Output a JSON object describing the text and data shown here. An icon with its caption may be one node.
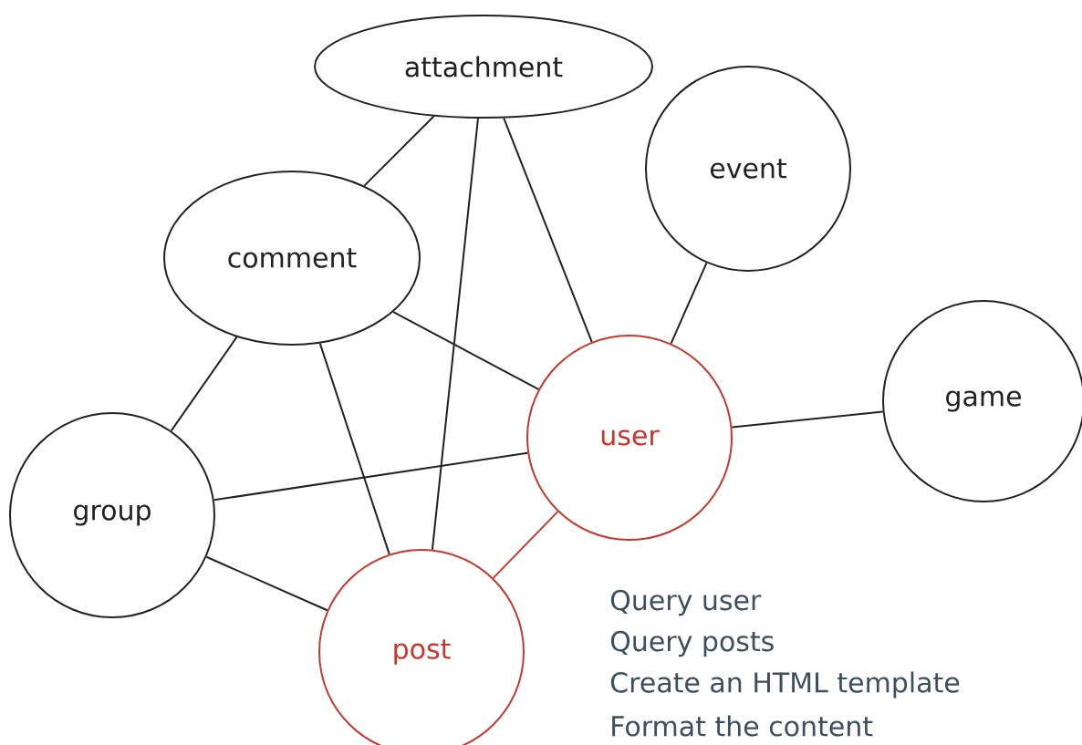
{
  "diagram": {
    "nodes": [
      {
        "text": [
          "attachment"
        ]
      },
      {
        "text": [
          "event"
        ]
      },
      {
        "text": [
          "comment"
        ]
      },
      {
        "text": [
          "user"
        ]
      },
      {
        "text": [
          "game"
        ]
      },
      {
        "text": [
          "group"
        ]
      },
      {
        "text": [
          "post"
        ]
      }
    ],
    "edges": [
      {
        "from": 0,
        "to": 2,
        "arrow": "none"
      },
      {
        "from": 0,
        "to": 6,
        "arrow": "none"
      },
      {
        "from": 0,
        "to": 3,
        "arrow": "none"
      },
      {
        "from": 1,
        "to": 3,
        "arrow": "none"
      },
      {
        "from": 2,
        "to": 3,
        "arrow": "none"
      },
      {
        "from": 2,
        "to": 5,
        "arrow": "none"
      },
      {
        "from": 2,
        "to": 6,
        "arrow": "none"
      },
      {
        "from": 3,
        "to": 4,
        "arrow": "none"
      },
      {
        "from": 5,
        "to": 3,
        "arrow": "none"
      },
      {
        "from": 5,
        "to": 6,
        "arrow": "none"
      },
      {
        "from": 3,
        "to": 6,
        "arrow": "none",
        "color": "#c8372d"
      }
    ],
    "labels": [
      "Query user",
      "Query posts",
      "Create an HTML template",
      "Format the content"
    ]
  }
}
